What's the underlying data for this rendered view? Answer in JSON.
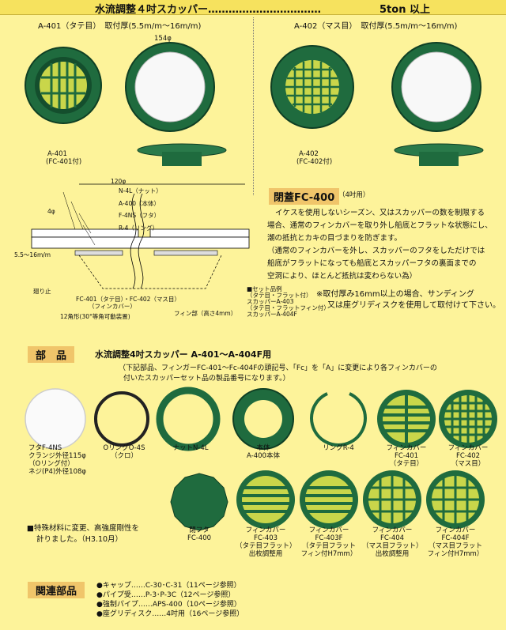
{
  "header": {
    "title": "水流調整４吋スカッパー……………………………",
    "spec": "5ton 以上"
  },
  "a401": {
    "heading": "A-401（タテ目）　取付厚(5.5m/m〜16m/m)",
    "dim": "154φ",
    "code": "A-401",
    "sub": "(FC-401付)"
  },
  "a402": {
    "heading": "A-402（マス目）　取付厚(5.5m/m〜16m/m)",
    "code": "A-402",
    "sub": "(FC-402付)"
  },
  "diagram": {
    "dim_120": "120φ",
    "dim_4": "4φ",
    "dim_thick": "5.5〜16m/m",
    "labels": [
      "N-4L（ナット）",
      "A-400（本体）",
      "F-4NS（フタ）",
      "R-4（リング）"
    ],
    "ring_label": "廻り止",
    "fc_label": "FC-401（タテ目）・FC-402（マス目）",
    "fc_label2": "（フィンカバー）",
    "hex_label": "12角形(30°等角可動装置)",
    "fin_label": "フィン部（高さ4mm）",
    "set_box": [
      "■セット品例",
      "（タテ目・フラット付）",
      "スカッパーA-403",
      "（タテ目・フラットフィン付）",
      "スカッパーA-404F"
    ]
  },
  "closed": {
    "title": "閉蓋FC-400",
    "sub": "（4吋用）",
    "lines": [
      "イケスを使用しないシーズン、又はスカッパーの数を制限する",
      "場合、通常のフィンカバーを取り外し船底とフラットな状態にし、",
      "潮の抵抗とカキの目づまりを防ぎます。",
      "（通常のフィンカバーを外し、スカッパーのフタをしただけでは",
      "船底がフラットになっても船底とスカッパーフタの裏面までの",
      "空洞により、ほとんど抵抗は変わらない為）"
    ],
    "note": [
      "※取付厚み16mm以上の場合、サンディング",
      "又は座グリディスクを使用して取付けて下さい。"
    ]
  },
  "parts": {
    "badge": "部　品",
    "title": "水流調整4吋スカッパー A-401〜A-404F用",
    "desc": [
      "（下記部品、フィンガーFC-401〜Fc-404Fの頭記号、「Fc」を「A」に変更により各フィンカバーの",
      "付いたスカッパーセット品の製品番号になります。）"
    ],
    "items": [
      {
        "l1": "フタF-4NS",
        "l2": "クランジ外径115φ",
        "l3": "（Oリング付）",
        "l4": "ネジ(P4)外径108φ"
      },
      {
        "l1": "OリングO-4S",
        "l2": "（クロ）"
      },
      {
        "l1": "ナットN-4L"
      },
      {
        "l1": "本体",
        "l2": "A-400本体"
      },
      {
        "l1": "リングR-4"
      },
      {
        "l1": "フィンカバー",
        "l2": "FC-401",
        "l3": "（タテ目）"
      },
      {
        "l1": "フィンカバー",
        "l2": "FC-402",
        "l3": "（マス目）"
      }
    ],
    "items2": [
      {
        "l1": "閉フタ",
        "l2": "FC-400"
      },
      {
        "l1": "フィンカバー",
        "l2": "FC-403",
        "l3": "（タテ目フラット）",
        "l4": "出枚調整用"
      },
      {
        "l1": "フィンカバー",
        "l2": "FC-403F",
        "l3": "（タテ目フラット",
        "l4": "フィン付H7mm）"
      },
      {
        "l1": "フィンカバー",
        "l2": "FC-404",
        "l3": "（マス目フラット）",
        "l4": "出枚調整用"
      },
      {
        "l1": "フィンカバー",
        "l2": "FC-404F",
        "l3": "（マス目フラット",
        "l4": "フィン付H7mm）"
      }
    ],
    "special": [
      "■特殊材料に変更、高強度剛性を",
      "計りました。（H3.10月）"
    ]
  },
  "related": {
    "badge": "関連部品",
    "items": [
      "●キャップ……C-30･C-31（11ページ参照）",
      "●パイプ受……P-3･P-3C（12ページ参照）",
      "●強制パイプ……APS-400（10ページ参照）",
      "●座グリディスク……4吋用（16ページ参照）"
    ]
  },
  "colors": {
    "green": "#1f6b3e",
    "green_dark": "#0f3f24",
    "grid": "#c9d64a",
    "bg": "#fdf39a",
    "badge": "#f0c56a"
  }
}
